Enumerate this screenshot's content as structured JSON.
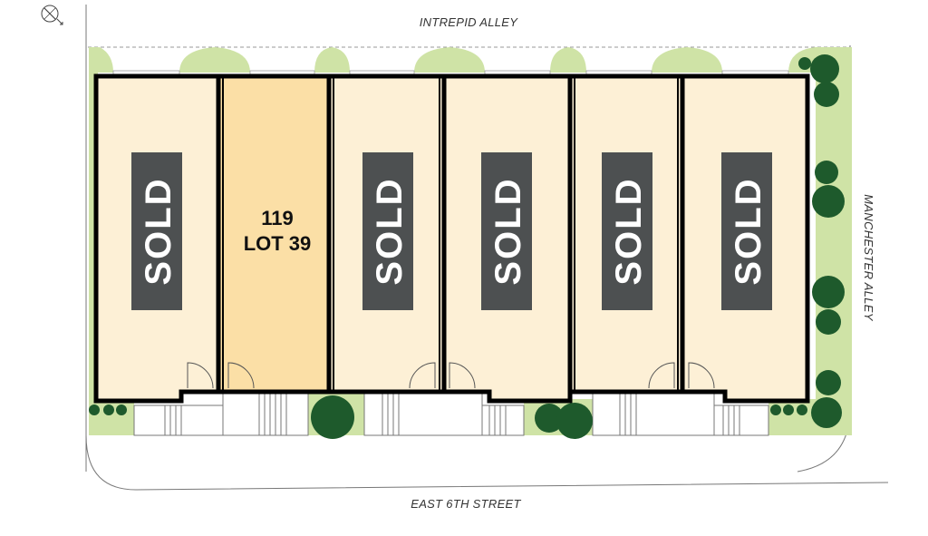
{
  "streets": {
    "top": "INTREPID ALLEY",
    "bottom": "EAST 6TH STREET",
    "right": "MANCHESTER ALLEY"
  },
  "compass": {
    "icon": "north-arrow-icon"
  },
  "lots": [
    {
      "status": "sold",
      "label": "SOLD"
    },
    {
      "status": "available",
      "label_line1": "119",
      "label_line2": "LOT 39"
    },
    {
      "status": "sold",
      "label": "SOLD"
    },
    {
      "status": "sold",
      "label": "SOLD"
    },
    {
      "status": "sold",
      "label": "SOLD"
    },
    {
      "status": "sold",
      "label": "SOLD"
    }
  ],
  "colors": {
    "lot_fill": "#fdf0d6",
    "available_fill": "#fbdfa6",
    "sold_badge": "#4d5051",
    "landscape": "#cfe3a6",
    "tree": "#1e5a2c",
    "walls": "#000000"
  }
}
